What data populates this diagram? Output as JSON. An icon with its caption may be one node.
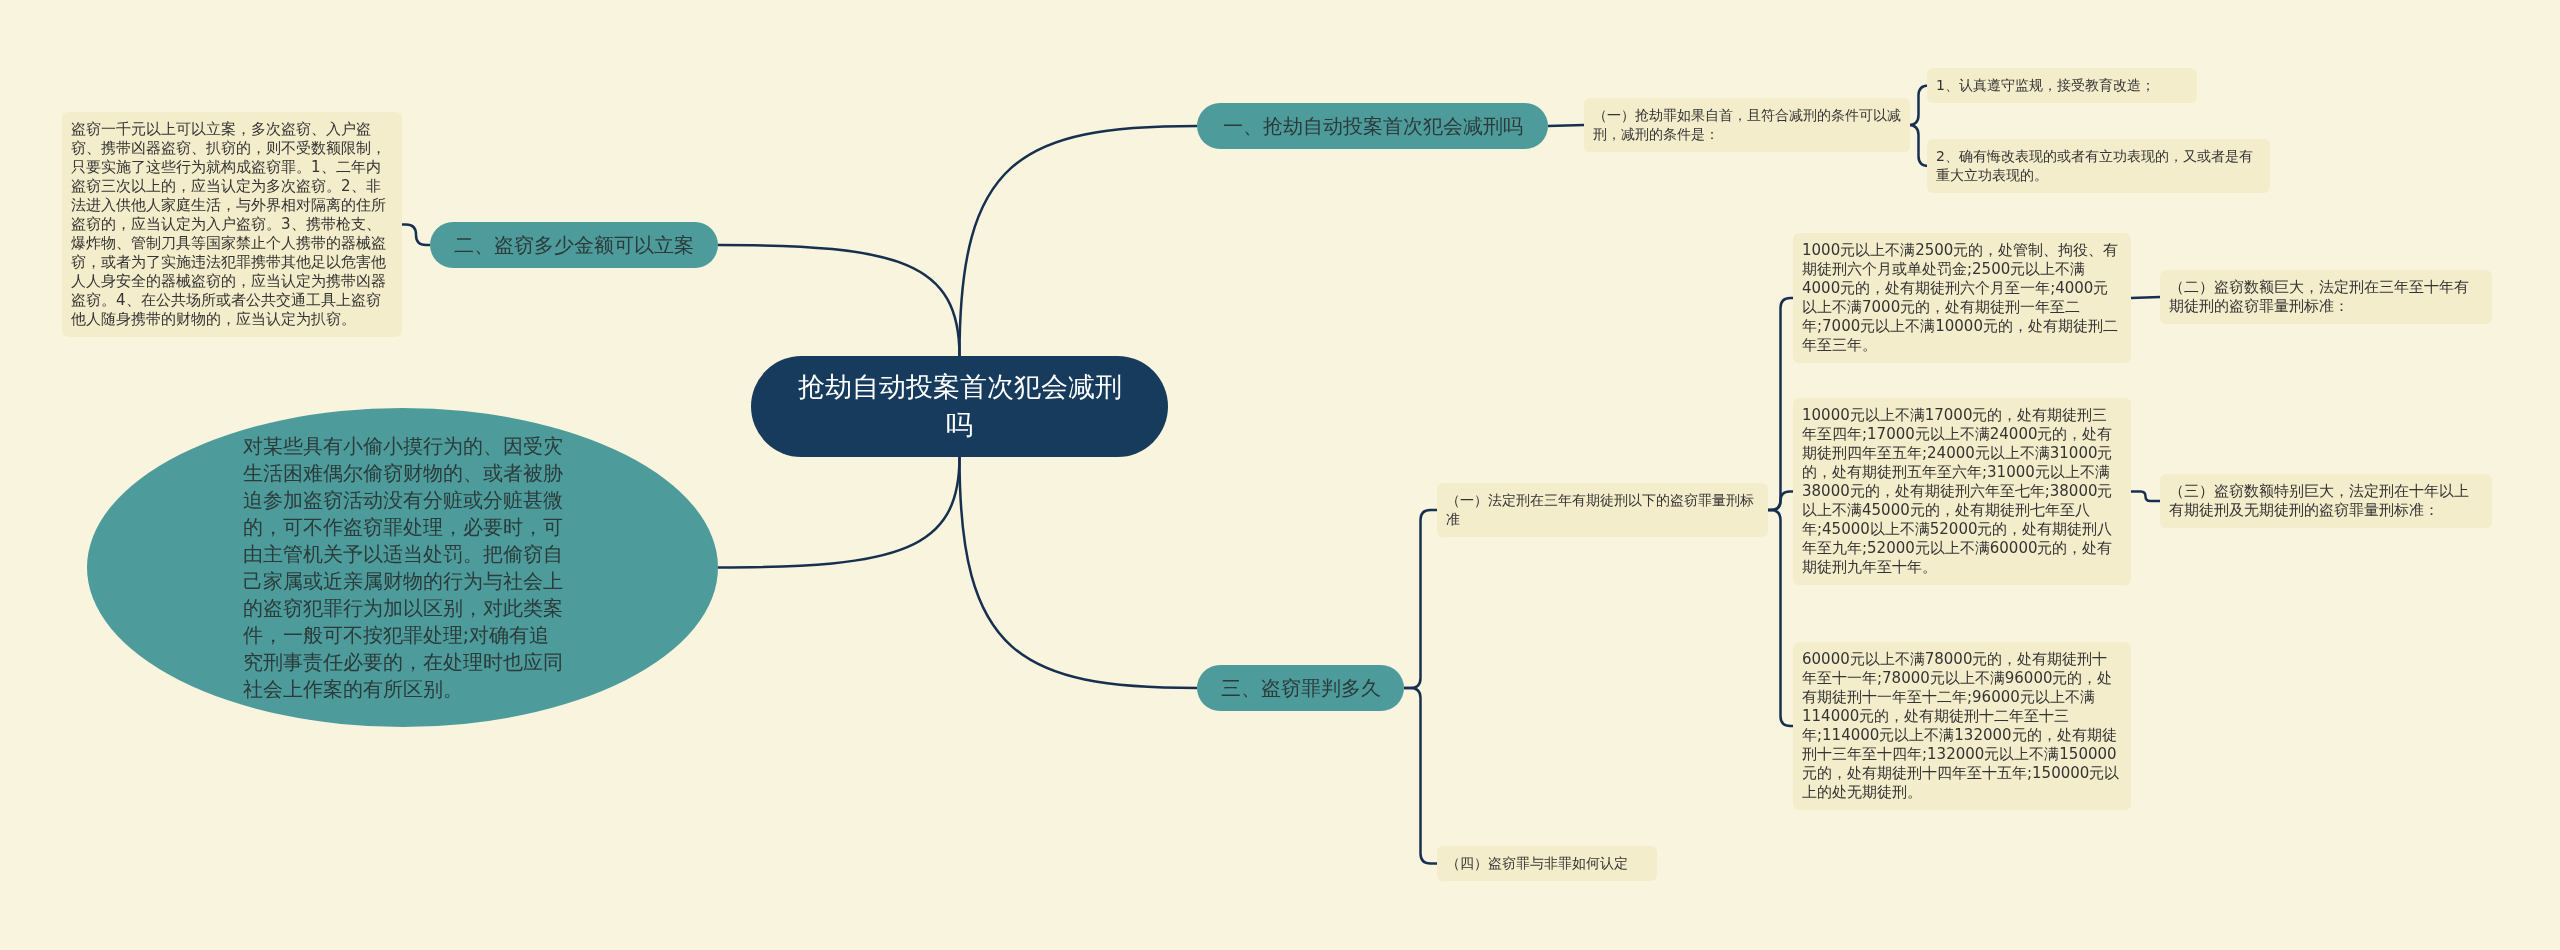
{
  "diagram": {
    "nodes": [
      {
        "text": [
          "抢劫自动投案首次犯会减刑吗"
        ]
      },
      {
        "text": [
          "一、抢劫自动投案首次犯会减刑吗"
        ]
      },
      {
        "text": [
          "（一）抢劫罪如果自首，且符合减刑的条件可以减刑，减刑的条件是："
        ]
      },
      {
        "text": [
          "1、认真遵守监规，接受教育改造；"
        ]
      },
      {
        "text": [
          "2、确有悔改表现的或者有立功表现的，又或者是有重大立功表现的。"
        ]
      },
      {
        "text": [
          "二、盗窃多少金额可以立案"
        ]
      },
      {
        "text": [
          "盗窃一千元以上可以立案，多次盗窃、入户盗窃、携带凶器盗窃、扒窃的，则不受数额限制，只要实施了这些行为就构成盗窃罪。1、二年内盗窃三次以上的，应当认定为多次盗窃。2、非法进入供他人家庭生活，与外界相对隔离的住所盗窃的，应当认定为入户盗窃。3、携带枪支、爆炸物、管制刀具等国家禁止个人携带的器械盗窃，或者为了实施违法犯罪携带其他足以危害他人人身安全的器械盗窃的，应当认定为携带凶器盗窃。4、在公共场所或者公共交通工具上盗窃他人随身携带的财物的，应当认定为扒窃。"
        ]
      },
      {
        "text": [
          "对某些具有小偷小摸行为的、因受灾生活困难偶尔偷窃财物的、或者被胁迫参加盗窃活动没有分赃或分赃甚微的，可不作盗窃罪处理，必要时，可由主管机关予以适当处罚。把偷窃自己家属或近亲属财物的行为与社会上的盗窃犯罪行为加以区别，对此类案件，一般可不按犯罪处理;对确有追究刑事责任必要的，在处理时也应同社会上作案的有所区别。"
        ]
      },
      {
        "text": [
          "三、盗窃罪判多久"
        ]
      },
      {
        "text": [
          "（一）法定刑在三年有期徒刑以下的盗窃罪量刑标准"
        ]
      },
      {
        "text": [
          "1000元以上不满2500元的，处管制、拘役、有期徒刑六个月或单处罚金;2500元以上不满4000元的，处有期徒刑六个月至一年;4000元以上不满7000元的，处有期徒刑一年至二年;7000元以上不满10000元的，处有期徒刑二年至三年。"
        ]
      },
      {
        "text": [
          "（二）盗窃数额巨大，法定刑在三年至十年有期徒刑的盗窃罪量刑标准："
        ]
      },
      {
        "text": [
          "10000元以上不满17000元的，处有期徒刑三年至四年;17000元以上不满24000元的，处有期徒刑四年至五年;24000元以上不满31000元的，处有期徒刑五年至六年;31000元以上不满38000元的，处有期徒刑六年至七年;38000元以上不满45000元的，处有期徒刑七年至八年;45000以上不满52000元的，处有期徒刑八年至九年;52000元以上不满60000元的，处有期徒刑九年至十年。"
        ]
      },
      {
        "text": [
          "（三）盗窃数额特别巨大，法定刑在十年以上有期徒刑及无期徒刑的盗窃罪量刑标准："
        ]
      },
      {
        "text": [
          "60000元以上不满78000元的，处有期徒刑十年至十一年;78000元以上不满96000元的，处有期徒刑十一年至十二年;96000元以上不满114000元的，处有期徒刑十二年至十三年;114000元以上不满132000元的，处有期徒刑十三年至十四年;132000元以上不满150000元的，处有期徒刑十四年至十五年;150000元以上的处无期徒刑。"
        ]
      },
      {
        "text": [
          "（四）盗窃罪与非罪如何认定"
        ]
      }
    ],
    "edges": [
      {
        "from": 0,
        "to": 1,
        "arrow": "none"
      },
      {
        "from": 1,
        "to": 2,
        "arrow": "none"
      },
      {
        "from": 2,
        "to": 3,
        "arrow": "none"
      },
      {
        "from": 2,
        "to": 4,
        "arrow": "none"
      },
      {
        "from": 0,
        "to": 5,
        "arrow": "none"
      },
      {
        "from": 5,
        "to": 6,
        "arrow": "none"
      },
      {
        "from": 0,
        "to": 7,
        "arrow": "none"
      },
      {
        "from": 0,
        "to": 8,
        "arrow": "none"
      },
      {
        "from": 8,
        "to": 9,
        "arrow": "none"
      },
      {
        "from": 9,
        "to": 10,
        "arrow": "none"
      },
      {
        "from": 10,
        "to": 11,
        "arrow": "none"
      },
      {
        "from": 9,
        "to": 12,
        "arrow": "none"
      },
      {
        "from": 12,
        "to": 13,
        "arrow": "none"
      },
      {
        "from": 9,
        "to": 14,
        "arrow": "none"
      },
      {
        "from": 8,
        "to": 15,
        "arrow": "none"
      }
    ]
  }
}
